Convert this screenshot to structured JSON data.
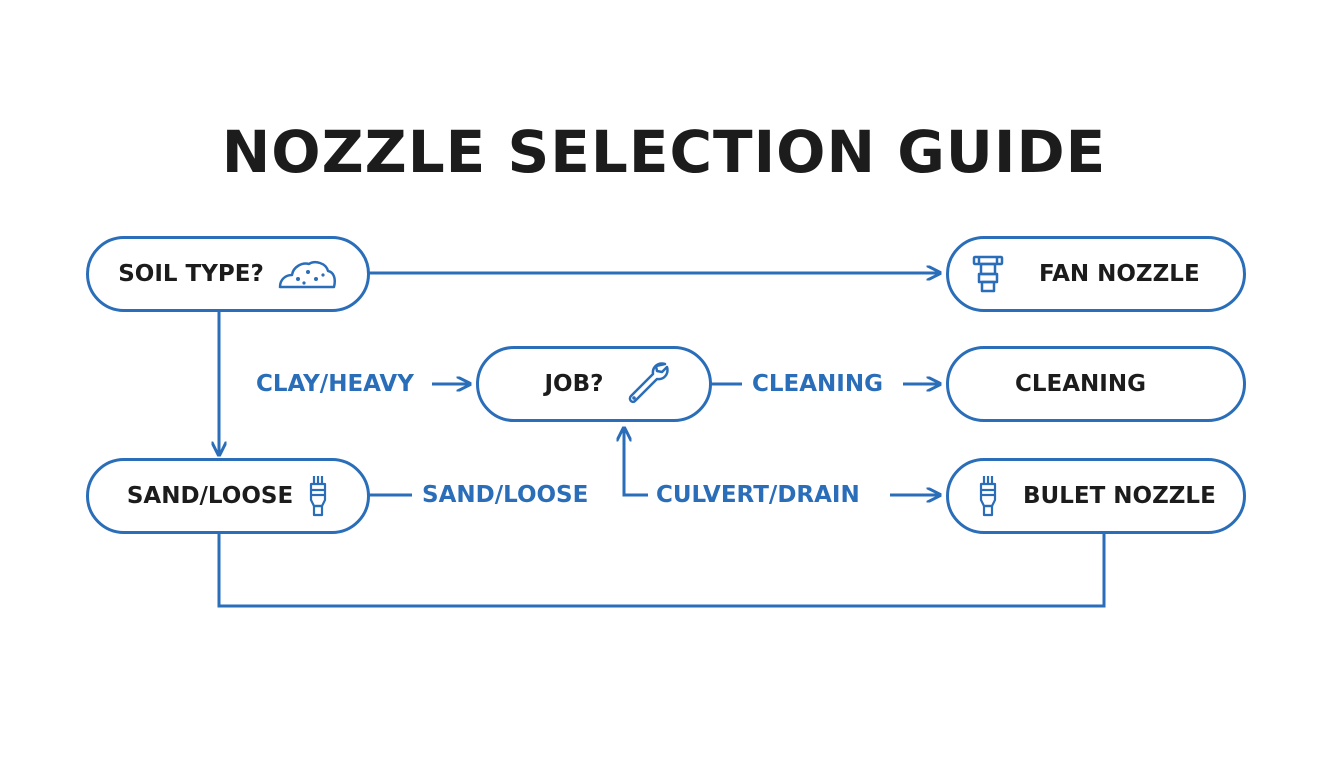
{
  "title": "NOZZLE SELECTION GUIDE",
  "colors": {
    "accent": "#2a6db8",
    "text": "#1c1c1c",
    "background": "#ffffff"
  },
  "nodes": {
    "soil_type": {
      "label": "SOIL TYPE?",
      "icon": "soil-pile-icon"
    },
    "fan_nozzle": {
      "label": "FAN NOZZLE",
      "icon": "fan-nozzle-icon"
    },
    "job": {
      "label": "JOB?",
      "icon": "wrench-icon"
    },
    "cleaning": {
      "label": "CLEANING"
    },
    "sand_loose": {
      "label": "SAND/LOOSE",
      "icon": "bullet-nozzle-icon"
    },
    "bullet_nozzle": {
      "label": "BULET NOZZLE",
      "icon": "bullet-nozzle-icon"
    }
  },
  "edge_labels": {
    "clay_heavy": "CLAY/HEAVY",
    "cleaning": "CLEANING",
    "sand_loose": "SAND/LOOSE",
    "culvert_drain": "CULVERT/DRAIN"
  }
}
